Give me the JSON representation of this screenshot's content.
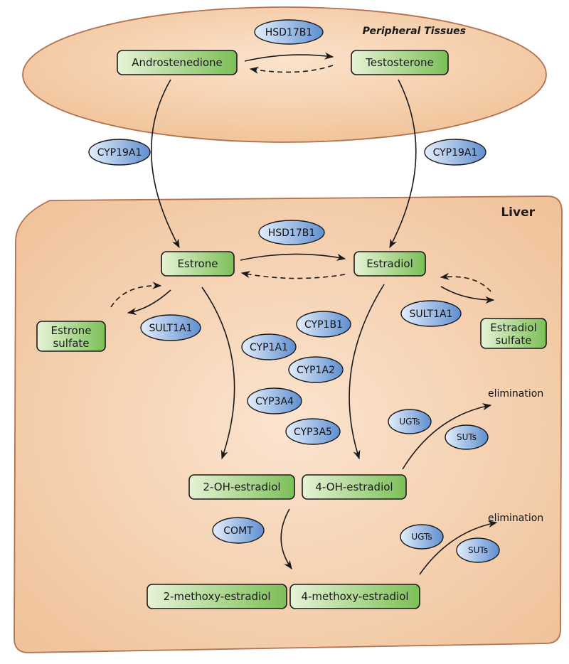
{
  "regions": {
    "peripheral": "Peripheral Tissues",
    "liver": "Liver"
  },
  "nodes": {
    "androstenedione": "Androstenedione",
    "testosterone": "Testosterone",
    "estrone": "Estrone",
    "estradiol": "Estradiol",
    "estrone_sulfate_1": "Estrone",
    "estrone_sulfate_2": "sulfate",
    "estradiol_sulfate_1": "Estradiol",
    "estradiol_sulfate_2": "sulfate",
    "oh2_estradiol": "2-OH-estradiol",
    "oh4_estradiol": "4-OH-estradiol",
    "methoxy2_estradiol": "2-methoxy-estradiol",
    "methoxy4_estradiol": "4-methoxy-estradiol"
  },
  "enzymes": {
    "hsd17b1_top": "HSD17B1",
    "cyp19a1_left": "CYP19A1",
    "cyp19a1_right": "CYP19A1",
    "hsd17b1_liver": "HSD17B1",
    "sult1a1_left": "SULT1A1",
    "sult1a1_right": "SULT1A1",
    "cyp1b1": "CYP1B1",
    "cyp1a1": "CYP1A1",
    "cyp1a2": "CYP1A2",
    "cyp3a4": "CYP3A4",
    "cyp3a5": "CYP3A5",
    "ugts_1": "UGTs",
    "suts_1": "SUTs",
    "comt": "COMT",
    "ugts_2": "UGTs",
    "suts_2": "SUTs"
  },
  "labels": {
    "elimination_1": "elimination",
    "elimination_2": "elimination"
  },
  "colors": {
    "tissue_fill": "#f3c9a0",
    "tissue_stroke": "#b07250",
    "node_green": "#8fc86a",
    "node_light": "#e4f2d2",
    "enzyme_blue": "#6f9ed6",
    "enzyme_light": "#e3eefb"
  }
}
